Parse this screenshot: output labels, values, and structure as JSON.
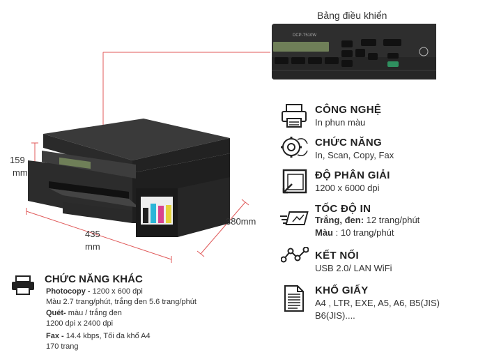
{
  "panel": {
    "caption": "Bảng điều khiển",
    "model": "DCP-T510W"
  },
  "dimensions": {
    "height_value": "159",
    "height_unit": "mm",
    "width_value": "435",
    "width_unit": "mm",
    "depth": "380mm"
  },
  "features": [
    {
      "title": "CÔNG NGHỆ",
      "lines": [
        "In phun màu"
      ],
      "icon": "printer-icon"
    },
    {
      "title": "CHỨC NĂNG",
      "lines": [
        "In, Scan, Copy, Fax"
      ],
      "icon": "functions-icon"
    },
    {
      "title": "ĐỘ PHÂN GIẢI",
      "lines": [
        "1200 x 6000 dpi"
      ],
      "icon": "resolution-icon"
    },
    {
      "title": "TỐC ĐỘ IN",
      "lines": [],
      "icon": "speed-icon"
    },
    {
      "title": "KẾT NỐI",
      "lines": [
        "USB 2.0/ LAN WiFi"
      ],
      "icon": "network-icon"
    },
    {
      "title": "KHỔ GIẤY",
      "lines": [
        "A4 , LTR, EXE, A5, A6, B5(JIS)",
        "B6(JIS)...."
      ],
      "icon": "paper-icon"
    }
  ],
  "speed": {
    "bw_label": "Trắng, đen:",
    "bw_value": " 12 trang/phút",
    "color_label": "Màu",
    "color_value": " : 10 trang/phút"
  },
  "other": {
    "title": "CHỨC NĂNG KHÁC",
    "photocopy_label": "Photocopy -",
    "photocopy_value": " 1200 x 600 dpi",
    "photocopy_speed": "Màu 2.7 trang/phút, trắng đen 5.6 trang/phút",
    "scan_label": "Quét-",
    "scan_value": "  màu / trắng đen",
    "scan_res": "1200 dpi x 2400 dpi",
    "fax_label": "Fax -",
    "fax_value": " 14.4 kbps, Tối đa khổ A4",
    "fax_pages": "170 trang"
  },
  "colors": {
    "accent_line": "#e05a5a",
    "panel_bg": "#2e2e2e",
    "printer_body": "#2a2a2a",
    "icon": "#222222"
  }
}
